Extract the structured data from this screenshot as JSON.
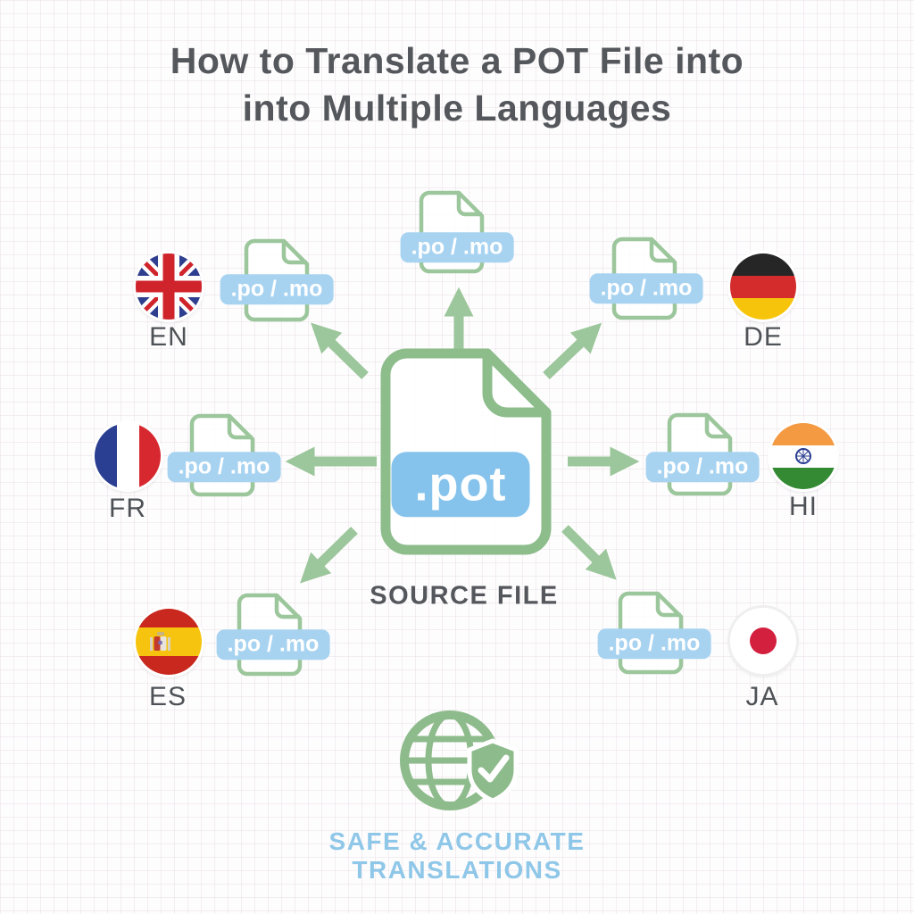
{
  "title": {
    "line1": "How to Translate a POT File into",
    "line2": "into Multiple Languages"
  },
  "center": {
    "badge": ".pot",
    "caption": "SOURCE FILE"
  },
  "file_badge_label": ".po / .mo",
  "languages": [
    {
      "code": "EN",
      "flag": "united-kingdom-flag"
    },
    {
      "code": "DE",
      "flag": "germany-flag"
    },
    {
      "code": "FR",
      "flag": "france-flag"
    },
    {
      "code": "HI",
      "flag": "india-flag"
    },
    {
      "code": "ES",
      "flag": "spain-flag"
    },
    {
      "code": "JA",
      "flag": "japan-flag"
    }
  ],
  "footer": {
    "line1": "SAFE & ACCURATE",
    "line2": "TRANSLATIONS"
  },
  "colors": {
    "accent_green": "#9cc69b",
    "center_green": "#8cbd8b",
    "pot_badge_blue": "#85c3ec",
    "mini_badge_blue": "#a7d3f1",
    "title_gray": "#54575b",
    "footer_blue": "#8fc7e8"
  }
}
